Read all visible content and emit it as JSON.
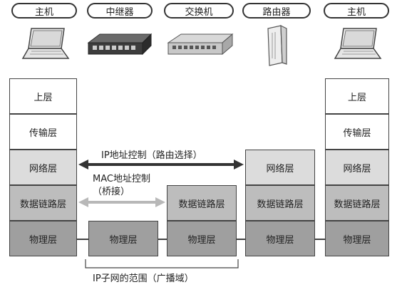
{
  "devices": [
    {
      "label": "主机",
      "icon": "laptop-icon"
    },
    {
      "label": "中继器",
      "icon": "repeater-icon"
    },
    {
      "label": "交换机",
      "icon": "switch-icon"
    },
    {
      "label": "路由器",
      "icon": "router-icon"
    },
    {
      "label": "主机",
      "icon": "laptop-icon"
    }
  ],
  "host_left": [
    "上层",
    "传输层",
    "网络层",
    "数据链路层",
    "物理层"
  ],
  "host_right": [
    "上层",
    "传输层",
    "网络层",
    "数据链路层",
    "物理层"
  ],
  "repeater_layers": [
    "物理层"
  ],
  "switch_layers": [
    "数据链路层",
    "物理层"
  ],
  "router_layers": [
    "网络层",
    "数据链路层",
    "物理层"
  ],
  "annotations": {
    "ip_control": "IP地址控制（路由选择）",
    "mac_control_line1": "MAC地址控制",
    "mac_control_line2": "（桥接）",
    "subnet_range": "IP子网的范围（广播域）"
  },
  "colors": {
    "network_layer": "#dcdcdc",
    "datalink_layer": "#bdbdbd",
    "physical_layer": "#9f9f9f",
    "ip_arrow": "#333333",
    "mac_arrow": "#b8b8b8"
  }
}
